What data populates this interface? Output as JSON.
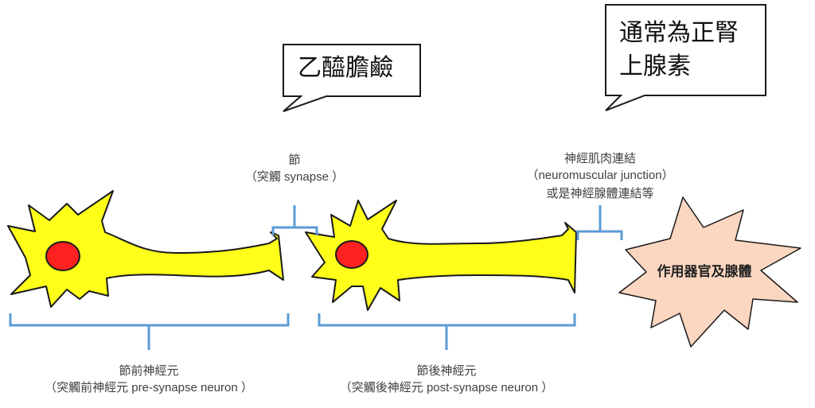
{
  "bubbles": {
    "acetylcholine": "乙醯膽鹼",
    "norepinephrine_line1": "通常為正腎",
    "norepinephrine_line2": "上腺素"
  },
  "synapse_label": {
    "line1": "節",
    "line2": "（突觸 synapse ）"
  },
  "junction_label": {
    "line1": "神經肌肉連結",
    "line2": "（neuromuscular junction）",
    "line3": "或是神經腺體連結等"
  },
  "pre_label": {
    "line1": "節前神經元",
    "line2": "（突觸前神經元 pre-synapse neuron ）"
  },
  "post_label": {
    "line1": "節後神經元",
    "line2": "（突觸後神經元 post-synapse neuron ）"
  },
  "target_label": "作用器官及腺體",
  "colors": {
    "neuron_fill": "#ffff1a",
    "nucleus_fill": "#ff2020",
    "bracket": "#5b9bd5",
    "target_fill": "#fbd6c0",
    "outline": "#1a1a1a",
    "label_text": "#404040"
  }
}
